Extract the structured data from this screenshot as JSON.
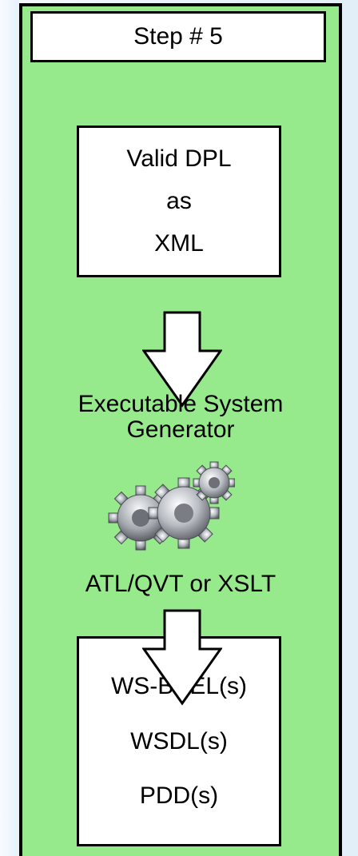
{
  "step": {
    "title": "Step # 5"
  },
  "input_box": {
    "lines": [
      "Valid DPL",
      "as",
      "XML"
    ]
  },
  "generator": {
    "line1": "Executable System",
    "line2": "Generator"
  },
  "icons": {
    "gears": "gears-icon",
    "arrow": "down-arrow-icon"
  },
  "transform": {
    "label": "ATL/QVT or XSLT"
  },
  "output_box": {
    "lines": [
      "WS-BPEL(s)",
      "WSDL(s)",
      "PDD(s)"
    ]
  },
  "colors": {
    "panel": "#96ea8c",
    "box": "#ffffff",
    "border": "#000000",
    "background": "#eaf4fc"
  }
}
